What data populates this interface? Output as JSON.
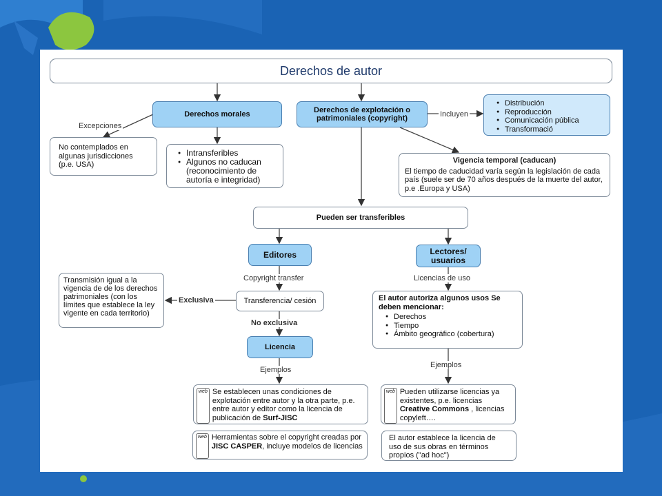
{
  "title": "Derechos de autor",
  "nodes": {
    "morales": "Derechos morales",
    "explotacion": "Derechos de explotación o patrimoniales (copyright)",
    "explotacion_list": [
      "Distribución",
      "Reproducción",
      "Comunicación pública",
      "Transformació"
    ],
    "no_contemplados": "No contemplados en algunas jurisdicciones (p.e. USA)",
    "morales_list": [
      "Intransferibles",
      "Algunos no caducan (reconocimiento de autoría e integridad)"
    ],
    "vigencia_title": "Vigencia temporal (caducan)",
    "vigencia_text": "El tiempo de caducidad varía según la legislación de cada país (suele ser de 70 años después de la muerte del autor, p.e .Europa y USA)",
    "transferibles": "Pueden ser transferibles",
    "editores": "Editores",
    "lectores": "Lectores/ usuarios",
    "transmision": "Transmisión igual a la vigencia de de los derechos patrimoniales (con los límites que establece la ley vigente en cada territorio)",
    "transferencia": "Transferencia/ cesión",
    "licencia": "Licencia",
    "autor_autoriza_title": "El autor autoriza algunos usos Se deben mencionar:",
    "autor_autoriza_list": [
      "Derechos",
      "Tiempo",
      "Ámbito geográfico (cobertura)"
    ],
    "web_tag": "web",
    "ej_editores_1_a": "Se establecen unas condiciones de explotación entre autor y la otra parte, p.e. entre autor y editor como la licencia de publicación de ",
    "ej_editores_1_b": "Surf-JISC",
    "ej_editores_2_a": "Herramientas sobre el copyright creadas por ",
    "ej_editores_2_b": "JISC CASPER",
    "ej_editores_2_c": ", incluye modelos de licencias",
    "ej_lectores_1_a": "Pueden utilizarse licencias ya existentes, p.e. licencias ",
    "ej_lectores_1_b": "Creative Commons",
    "ej_lectores_1_c": " , licencias copyleft….",
    "ej_lectores_2": "El autor establece la licencia de uso de sus obras en términos propios (\"ad hoc\")"
  },
  "edges": {
    "excepciones": "Excepciones",
    "incluyen": "Incluyen",
    "copyright_transfer": "Copyright transfer",
    "licencias_uso": "Licencias de uso",
    "exclusiva": "Exclusiva",
    "no_exclusiva": "No exclusiva",
    "ejemplos_left": "Ejemplos",
    "ejemplos_right": "Ejemplos"
  },
  "colors": {
    "background": "#1a63b4",
    "node_blue": "#9fd2f5",
    "node_light_blue": "#d0e9fb",
    "accent_green": "#8cc63f"
  }
}
